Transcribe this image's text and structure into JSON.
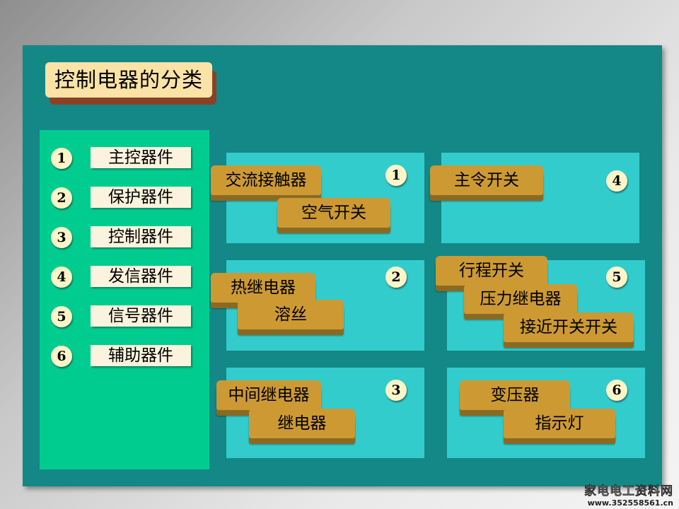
{
  "title": "控制电器的分类",
  "categories": [
    {
      "num": "1",
      "label": "主控器件"
    },
    {
      "num": "2",
      "label": "保护器件"
    },
    {
      "num": "3",
      "label": "控制器件"
    },
    {
      "num": "4",
      "label": "发信器件"
    },
    {
      "num": "5",
      "label": "信号器件"
    },
    {
      "num": "6",
      "label": "辅助器件"
    }
  ],
  "groups": [
    {
      "num": "1",
      "items": [
        "交流接触器",
        "空气开关"
      ]
    },
    {
      "num": "2",
      "items": [
        "热继电器",
        "溶丝"
      ]
    },
    {
      "num": "3",
      "items": [
        "中间继电器",
        "继电器"
      ]
    },
    {
      "num": "4",
      "items": [
        "主令开关"
      ]
    },
    {
      "num": "5",
      "items": [
        "行程开关",
        "压力继电器",
        "接近开关开关"
      ]
    },
    {
      "num": "6",
      "items": [
        "变压器",
        "指示灯"
      ]
    }
  ],
  "watermark": {
    "site_name": "家电电工资料网",
    "url": "www.352558561.cn"
  }
}
